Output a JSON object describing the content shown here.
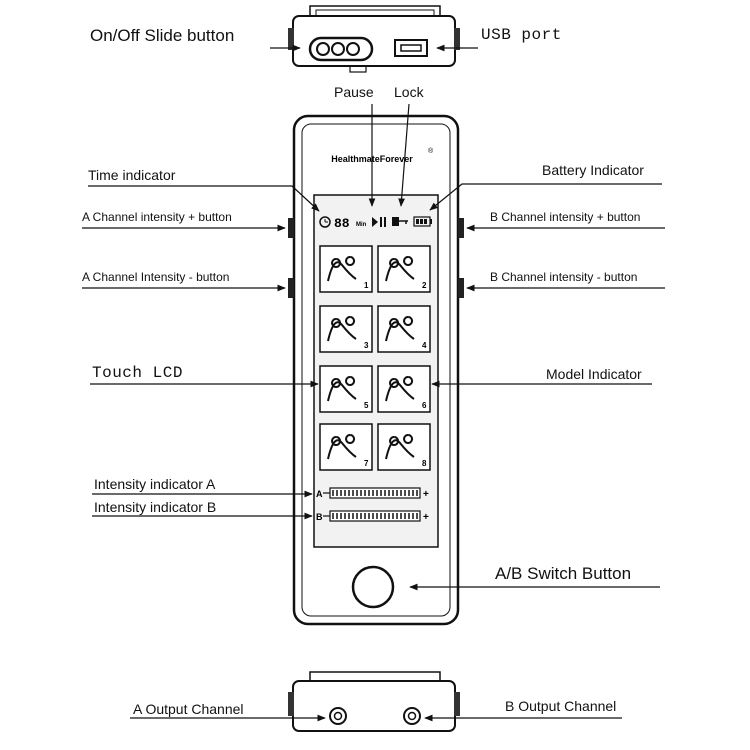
{
  "labels": {
    "on_off": "On/Off Slide button",
    "usb": "USB port",
    "pause": "Pause",
    "lock": "Lock",
    "time": "Time indicator",
    "battery": "Battery Indicator",
    "a_plus": "A Channel  intensity  + button",
    "b_plus": "B Channel  intensity  + button",
    "a_minus": "A Channel  Intensity  - button",
    "b_minus": "B Channel  intensity  - button",
    "touch_lcd": "Touch LCD",
    "model": "Model Indicator",
    "int_a": "Intensity  indicator A",
    "int_b": "Intensity  indicator B",
    "ab_switch": "A/B Switch  Button",
    "a_out": "A Output  Channel",
    "b_out": "B Output Channel"
  },
  "device": {
    "brand": "HealthmateForever",
    "brand_mark": "®",
    "lcd_time": "88",
    "lcd_min": "Min",
    "bar_a": "A",
    "bar_b": "B",
    "plus": "+",
    "mode_numbers": [
      "1",
      "2",
      "3",
      "4",
      "5",
      "6",
      "7",
      "8"
    ]
  },
  "colors": {
    "ink": "#111111",
    "lcd": "#f2f2f2",
    "body": "#ffffff"
  }
}
